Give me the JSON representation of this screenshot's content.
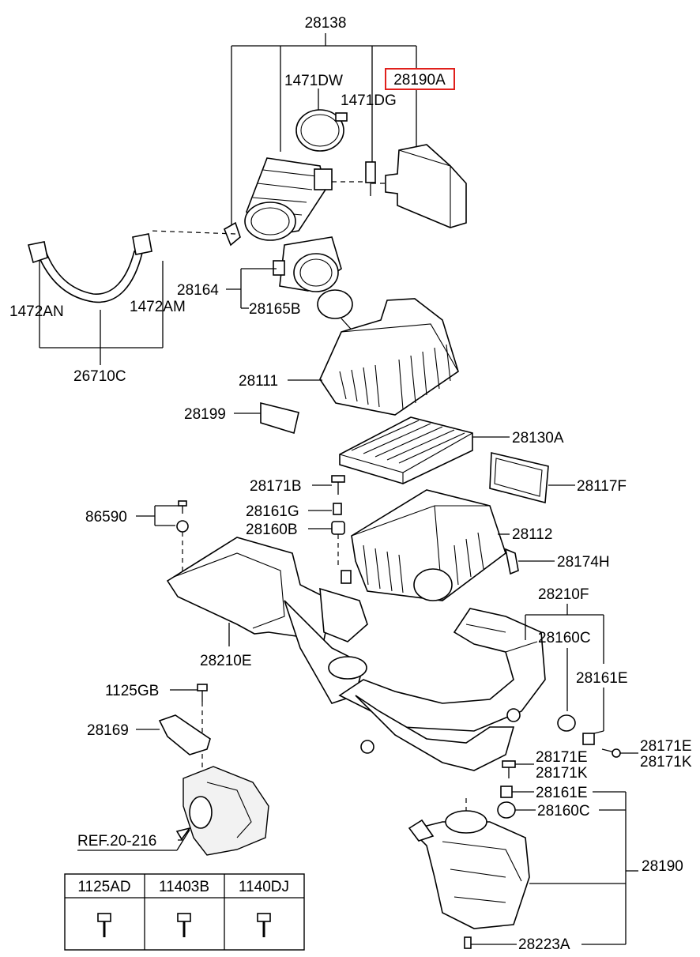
{
  "colors": {
    "highlight": "#e0201c",
    "line": "#000000",
    "background": "#ffffff"
  },
  "labels": {
    "p28138": "28138",
    "p1471DW": "1471DW",
    "p28190A": "28190A",
    "p1471DG": "1471DG",
    "p28164": "28164",
    "p28165B": "28165B",
    "p1472AN": "1472AN",
    "p1472AM": "1472AM",
    "p26710C": "26710C",
    "p28111": "28111",
    "p28199": "28199",
    "p28130A": "28130A",
    "p28171B": "28171B",
    "p28117F": "28117F",
    "p86590": "86590",
    "p28161G": "28161G",
    "p28112": "28112",
    "p28160B": "28160B",
    "p28174H": "28174H",
    "p28210F": "28210F",
    "p28160C_top": "28160C",
    "p28210E": "28210E",
    "p28161E_top": "28161E",
    "p1125GB": "1125GB",
    "p28169": "28169",
    "p28171E_right": "28171E",
    "p28171K_right": "28171K",
    "p28171E_mid": "28171E",
    "p28171K_mid": "28171K",
    "p28161E_bot": "28161E",
    "p28160C_bot": "28160C",
    "pREF": "REF.20-216",
    "p28190": "28190",
    "p28223A": "28223A"
  },
  "fastener_table": {
    "columns": [
      "1125AD",
      "11403B",
      "1140DJ"
    ]
  }
}
